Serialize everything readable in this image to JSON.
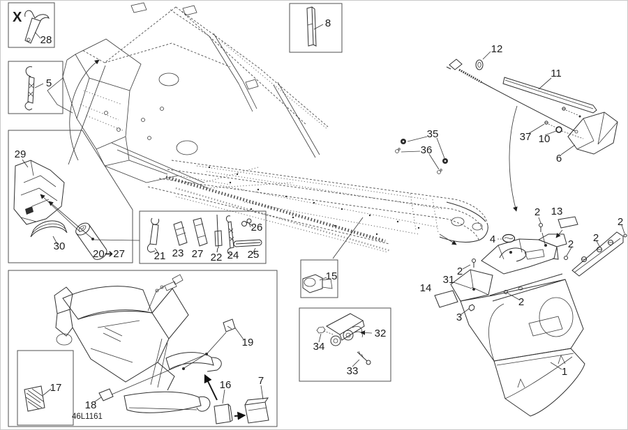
{
  "page": {
    "drawing_code": "46L1161",
    "corner_marker": "X"
  },
  "callouts": {
    "c1": "1",
    "c2": "2",
    "c3": "3",
    "c4": "4",
    "c5": "5",
    "c6": "6",
    "c7": "7",
    "c8": "8",
    "c10": "10",
    "c11": "11",
    "c12": "12",
    "c13": "13",
    "c14": "14",
    "c15": "15",
    "c16": "16",
    "c17": "17",
    "c18": "18",
    "c19": "19",
    "c20_27": "20➔27",
    "c21": "21",
    "c22": "22",
    "c23": "23",
    "c24": "24",
    "c25": "25",
    "c26": "26",
    "c27": "27",
    "c28": "28",
    "c29": "29",
    "c30": "30",
    "c31": "31",
    "c32": "32",
    "c33": "33",
    "c34": "34",
    "c35": "35",
    "c36": "36",
    "c37": "37"
  },
  "colors": {
    "line": "#2e2e2e",
    "background": "#ffffff",
    "page_border": "#c9c9c9"
  }
}
